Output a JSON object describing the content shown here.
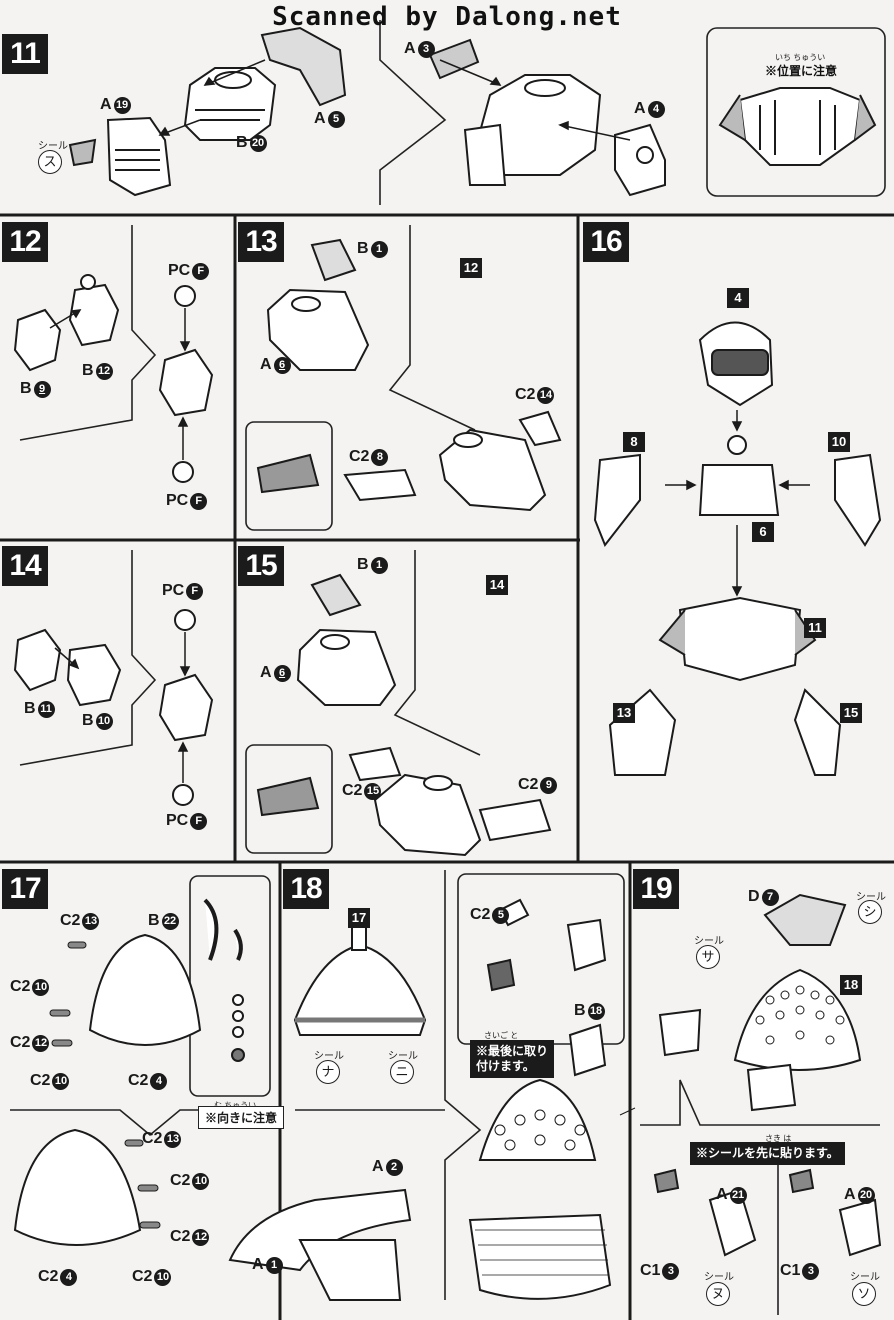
{
  "watermark": "Scanned by Dalong.net",
  "steps": {
    "s11": "11",
    "s12": "12",
    "s13": "13",
    "s14": "14",
    "s15": "15",
    "s16": "16",
    "s17": "17",
    "s18": "18",
    "s19": "19"
  },
  "step11": {
    "a19": "A",
    "a19n": "19",
    "b20": "B",
    "b20n": "20",
    "a5": "A",
    "a5n": "5",
    "a3": "A",
    "a3n": "3",
    "a4": "A",
    "a4n": "4",
    "seal_caption": "シール",
    "seal": "ス",
    "inset_ruby": "いち ちゅうい",
    "inset_note": "※位置に注意"
  },
  "step12": {
    "b9": "B",
    "b9n": "9",
    "b12": "B",
    "b12n": "12",
    "pc_top": "PC",
    "pc_top_n": "F",
    "pc_bot": "PC",
    "pc_bot_n": "F"
  },
  "step13": {
    "b1": "B",
    "b1n": "1",
    "a6": "A",
    "a6n": "6",
    "ref": "12",
    "c2_14": "C2",
    "c2_14n": "14",
    "c2_8": "C2",
    "c2_8n": "8"
  },
  "step14": {
    "b11": "B",
    "b11n": "11",
    "b10": "B",
    "b10n": "10",
    "pc_top": "PC",
    "pc_top_n": "F",
    "pc_bot": "PC",
    "pc_bot_n": "F"
  },
  "step15": {
    "b1": "B",
    "b1n": "1",
    "a6": "A",
    "a6n": "6",
    "ref": "14",
    "c2_15": "C2",
    "c2_15n": "15",
    "c2_9": "C2",
    "c2_9n": "9"
  },
  "step16": {
    "head": "4",
    "body": "6",
    "arm_l": "8",
    "arm_r": "10",
    "waist": "11",
    "leg_l": "13",
    "leg_r": "15"
  },
  "step17": {
    "c2_13a": "C2",
    "c2_13an": "13",
    "b22": "B",
    "b22n": "22",
    "c2_10a": "C2",
    "c2_10an": "10",
    "c2_12a": "C2",
    "c2_12an": "12",
    "c2_10b": "C2",
    "c2_10bn": "10",
    "c2_4a": "C2",
    "c2_4an": "4",
    "note_ruby": "む ちゅうい",
    "note": "※向きに注意",
    "c2_13b": "C2",
    "c2_13bn": "13",
    "c2_10c": "C2",
    "c2_10cn": "10",
    "c2_12b": "C2",
    "c2_12bn": "12",
    "c2_4b": "C2",
    "c2_4bn": "4",
    "c2_10d": "C2",
    "c2_10dn": "10"
  },
  "step18": {
    "ref": "17",
    "seal_cap1": "シール",
    "seal1": "ナ",
    "seal_cap2": "シール",
    "seal2": "ニ",
    "a2": "A",
    "a2n": "2",
    "a1": "A",
    "a1n": "1",
    "c2_5": "C2",
    "c2_5n": "5",
    "b18": "B",
    "b18n": "18",
    "note_ruby": "さいご と",
    "note_line1": "※最後に取り",
    "note_line2": "付けます。"
  },
  "step19": {
    "d7": "D",
    "d7n": "7",
    "seal_cap1": "シール",
    "seal1": "シ",
    "seal_cap2": "シール",
    "seal2": "サ",
    "ref": "18",
    "note_ruby": "さき は",
    "note": "※シールを先に貼ります。",
    "a21": "A",
    "a21n": "21",
    "c1_3a": "C1",
    "c1_3an": "3",
    "seal_cap3": "シール",
    "seal3": "ヌ",
    "a20": "A",
    "a20n": "20",
    "c1_3b": "C1",
    "c1_3bn": "3",
    "seal_cap4": "シール",
    "seal4": "ソ"
  }
}
